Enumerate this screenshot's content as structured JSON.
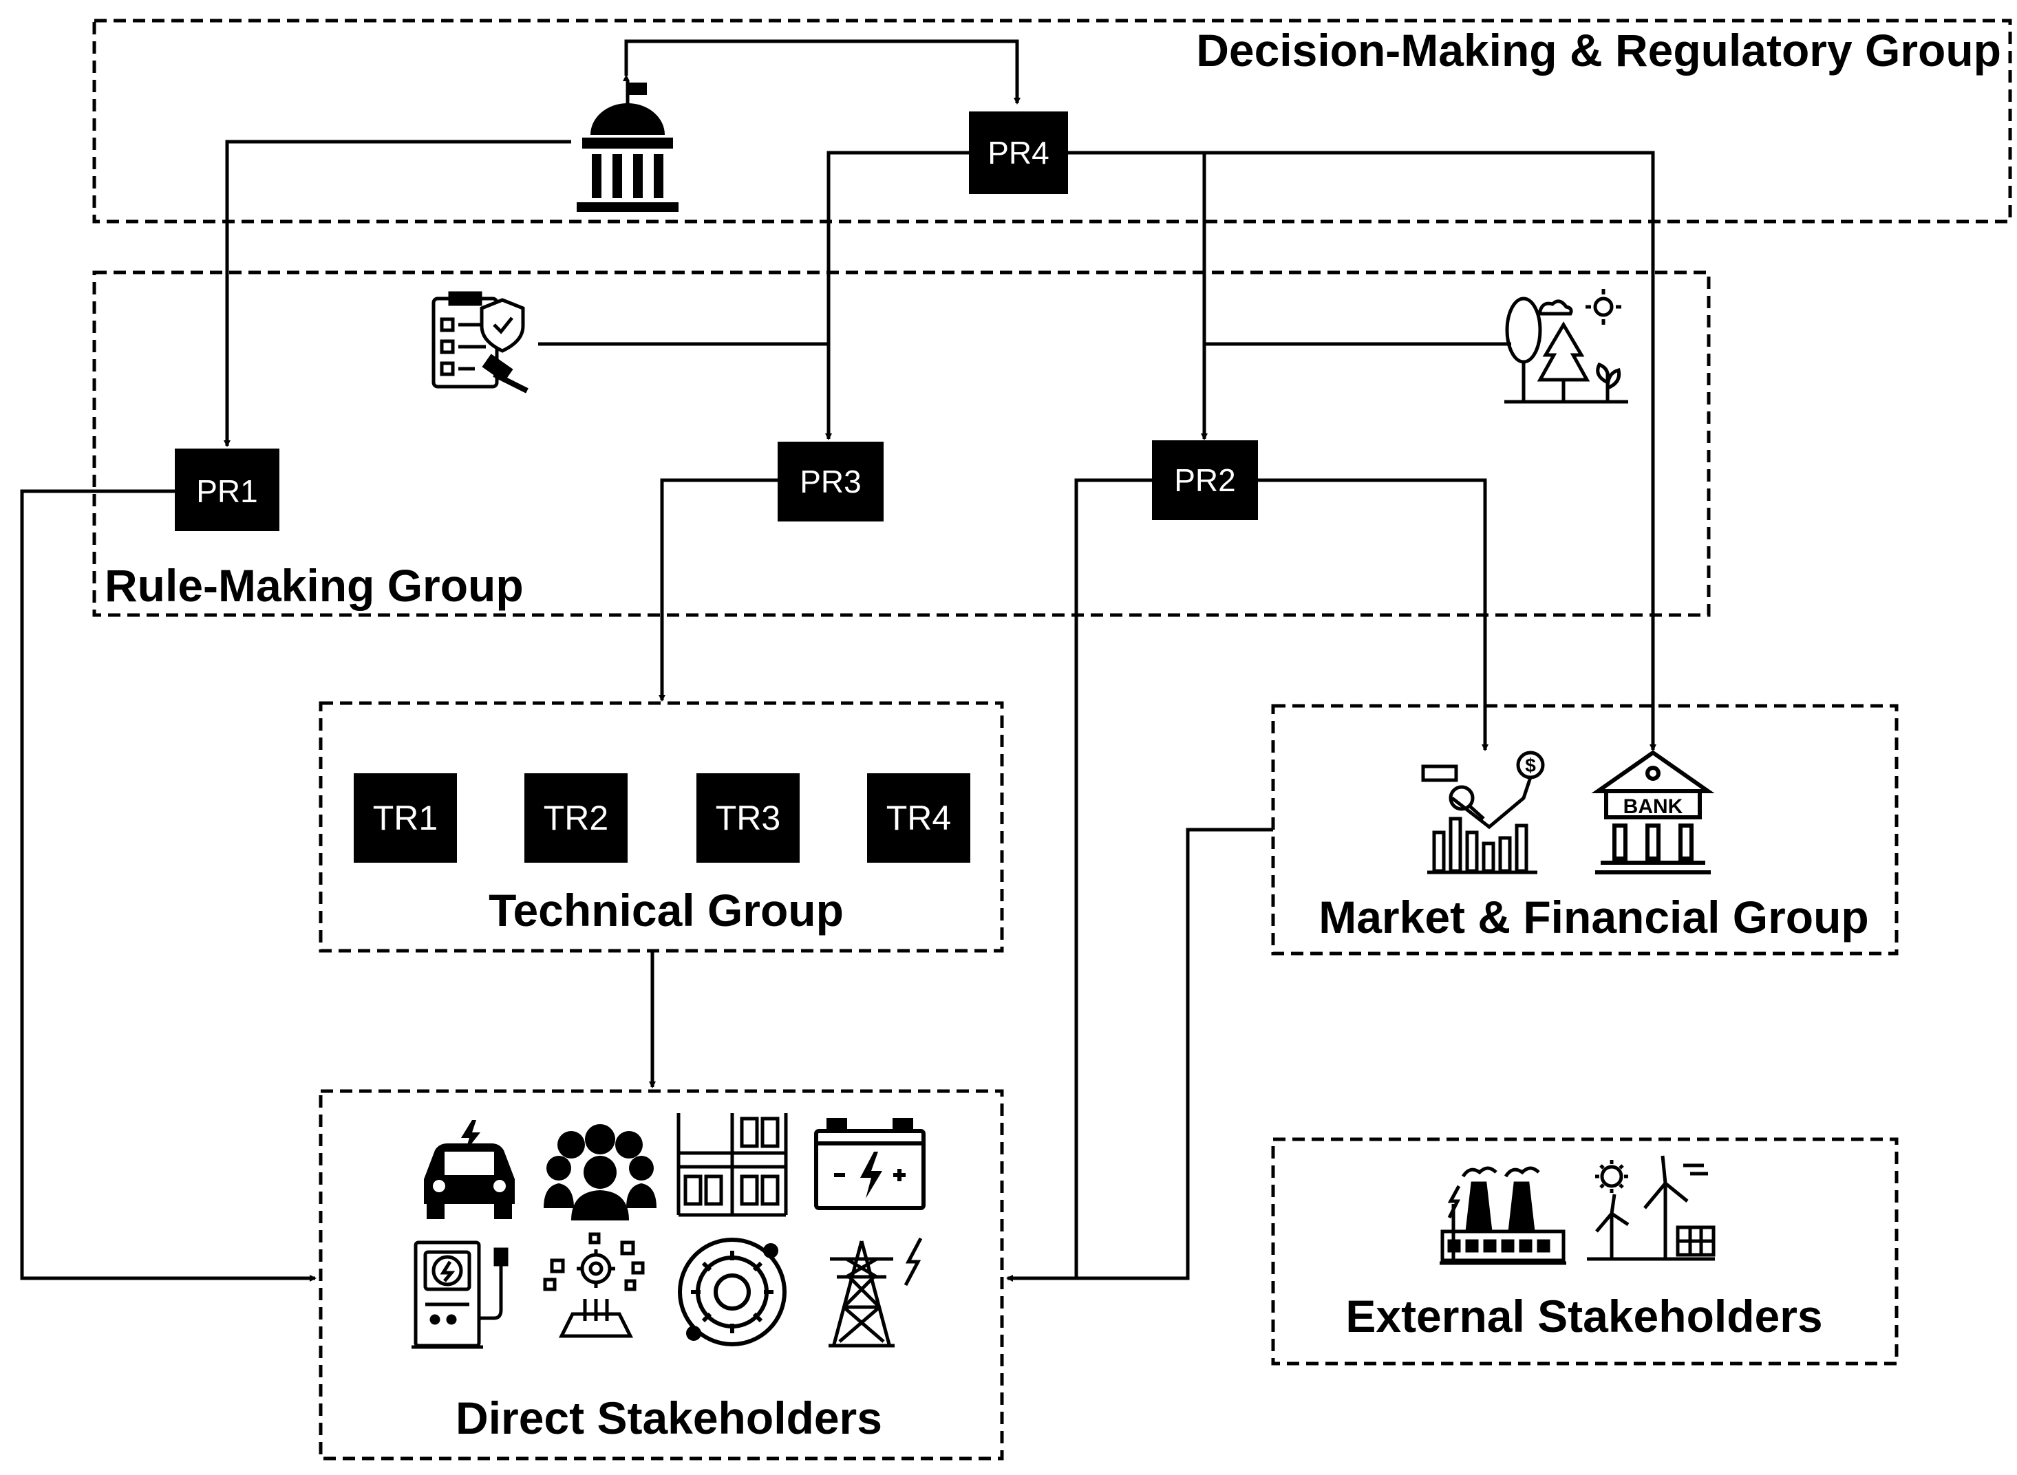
{
  "groups": {
    "decision": "Decision-Making & Regulatory Group",
    "rule": "Rule-Making Group",
    "technical": "Technical Group",
    "market": "Market & Financial Group",
    "direct": "Direct Stakeholders",
    "external": "External Stakeholders"
  },
  "nodes": {
    "pr1": "PR1",
    "pr2": "PR2",
    "pr3": "PR3",
    "pr4": "PR4",
    "tr1": "TR1",
    "tr2": "TR2",
    "tr3": "TR3",
    "tr4": "TR4"
  },
  "icons": {
    "government": "government-building-icon",
    "regulation": "regulation-checklist-icon",
    "environment": "environment-nature-icon",
    "market": "market-analytics-icon",
    "bank": "bank-icon",
    "bank_text": "BANK",
    "ev": "electric-vehicle-icon",
    "people": "people-group-icon",
    "batteries": "battery-storage-racks-icon",
    "battery": "battery-icon",
    "charger": "charging-station-icon",
    "tech": "technology-gear-icon",
    "gear": "gear-icon",
    "tower": "power-tower-icon",
    "factory": "power-plant-icon",
    "renewable": "renewable-energy-icon"
  },
  "colors": {
    "ink": "#000000",
    "node_fill": "#000000",
    "node_text": "#ffffff",
    "background": "#ffffff"
  }
}
